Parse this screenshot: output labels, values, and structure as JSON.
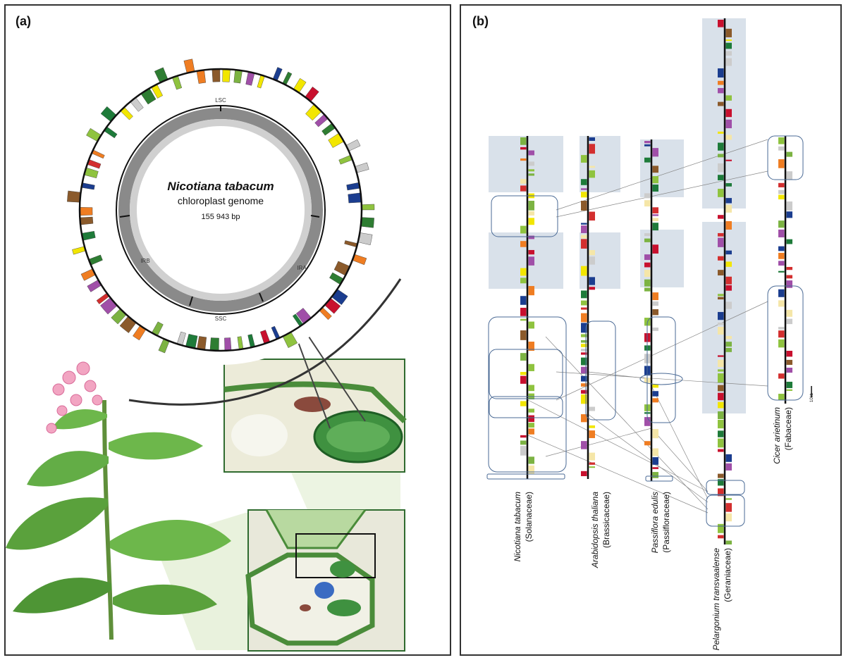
{
  "panel_a": {
    "label": "(a)",
    "genome_title": "Nicotiana tabacum",
    "genome_subtitle": "chloroplast genome",
    "genome_size": "155 943 bp",
    "regions": {
      "lsc": "LSC",
      "ssc": "SSC",
      "ira": "IRA",
      "irb": "IRB"
    },
    "colors": {
      "photosystem_ii": "#1e7b3a",
      "photosystem_i": "#8fc33f",
      "atp_synthase": "#7cb342",
      "nadh": "#f2e600",
      "rubisco": "#2e7d32",
      "rna_polymerase": "#c8102e",
      "ribosomal": "#8b5a2b",
      "trna": "#1b3d8f",
      "rrna": "#d32f2f",
      "orf": "#cccccc",
      "other": "#ef7d22",
      "cytochrome": "#a04fa8"
    }
  },
  "panel_b": {
    "label": "(b)",
    "species": [
      {
        "name": "Nicotiana tabacum",
        "family": "(Solanaceae)"
      },
      {
        "name": "Arabidopsis thaliana",
        "family": "(Brassicaceae)"
      },
      {
        "name": "Passiflora edulis",
        "family": "(Passifloraceae)"
      },
      {
        "name": "Pelargonium transvaalense",
        "family": "(Geraniaceae)"
      },
      {
        "name": "Cicer arietinum",
        "family": "(Fabaceae)"
      }
    ],
    "scale_label": "10kb"
  }
}
